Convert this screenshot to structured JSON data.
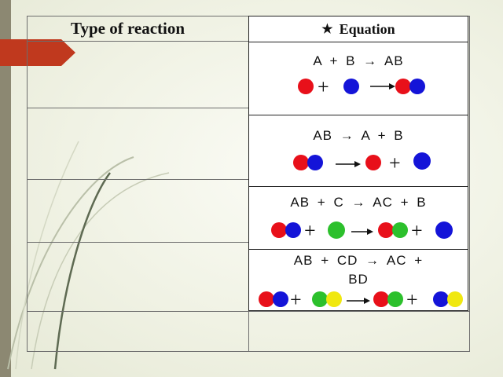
{
  "table": {
    "header_type": "Type of reaction",
    "header_equation": "Equation",
    "equations": [
      {
        "text": "A  +  B  →  AB"
      },
      {
        "text": "AB →  A  +  B"
      },
      {
        "text": "AB +  C →  AC  +  B"
      },
      {
        "text_line1": "AB +  CD →  AC  +",
        "text_line2": "BD"
      }
    ]
  },
  "colors": {
    "red": "#e8101a",
    "blue": "#1414d8",
    "green": "#2cc02c",
    "yellow": "#f0e810",
    "accent_arrow": "#c0391e"
  },
  "icons": [
    "star-icon",
    "arrow-tab-icon"
  ]
}
